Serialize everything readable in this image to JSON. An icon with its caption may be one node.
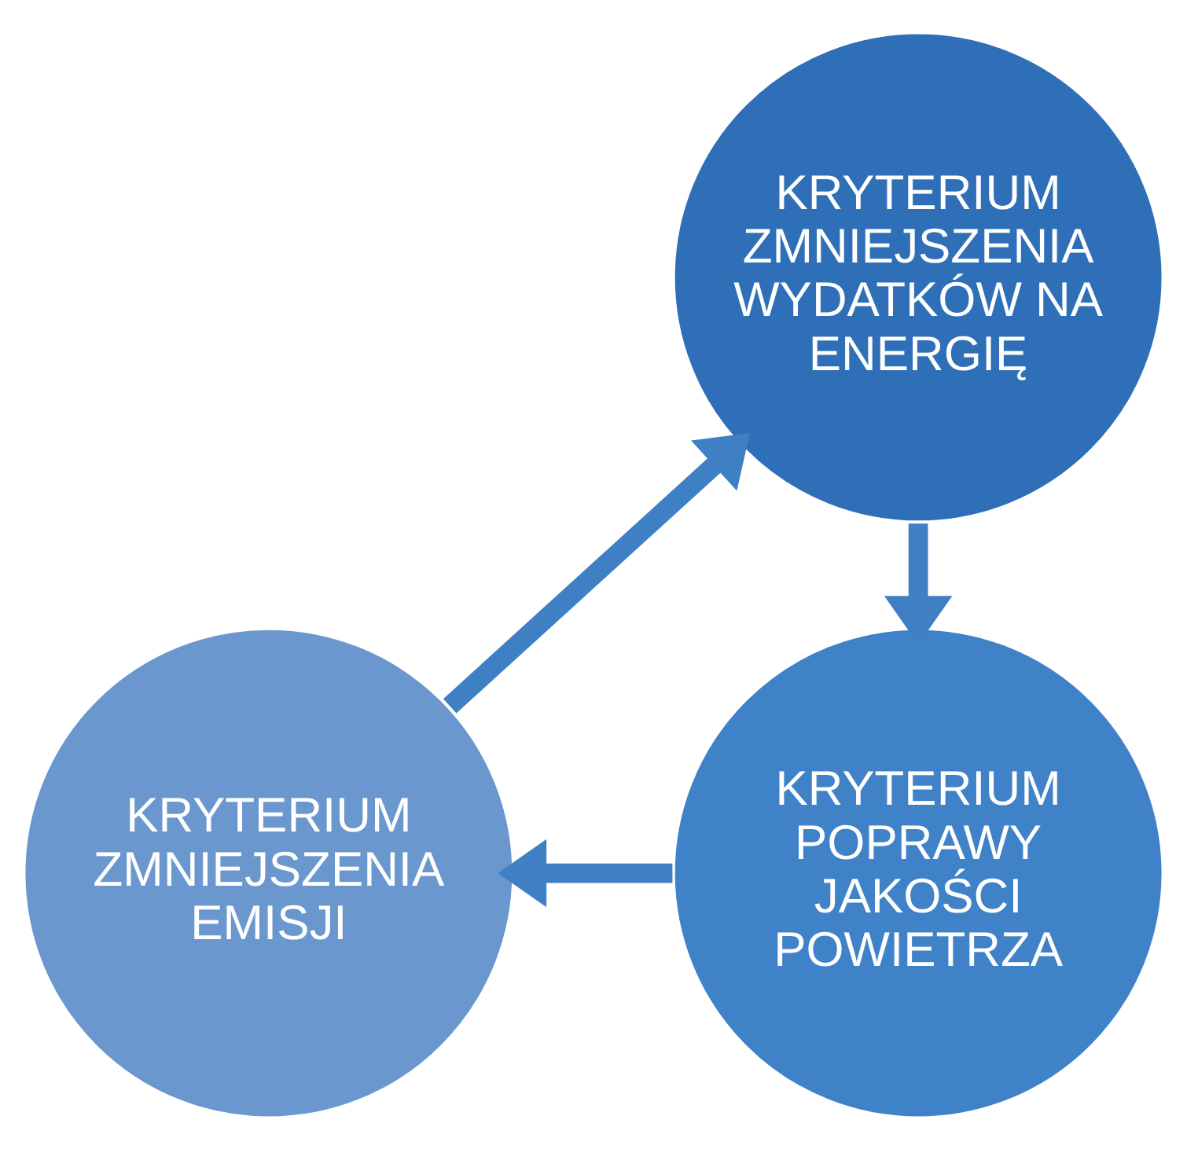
{
  "diagram": {
    "nodes": [
      {
        "text": [
          "KRYTERIUM ZMNIEJSZENIA WYDATKÓW NA ENERGIĘ"
        ]
      },
      {
        "text": [
          "KRYTERIUM POPRAWY JAKOŚCI POWIETRZA"
        ]
      },
      {
        "text": [
          "KRYTERIUM ZMNIEJSZENIA EMISJI"
        ]
      }
    ],
    "edges": [
      {
        "from": 0,
        "to": 1,
        "arrow": "to"
      },
      {
        "from": 1,
        "to": 2,
        "arrow": "to"
      },
      {
        "from": 2,
        "to": 0,
        "arrow": "to"
      }
    ]
  }
}
